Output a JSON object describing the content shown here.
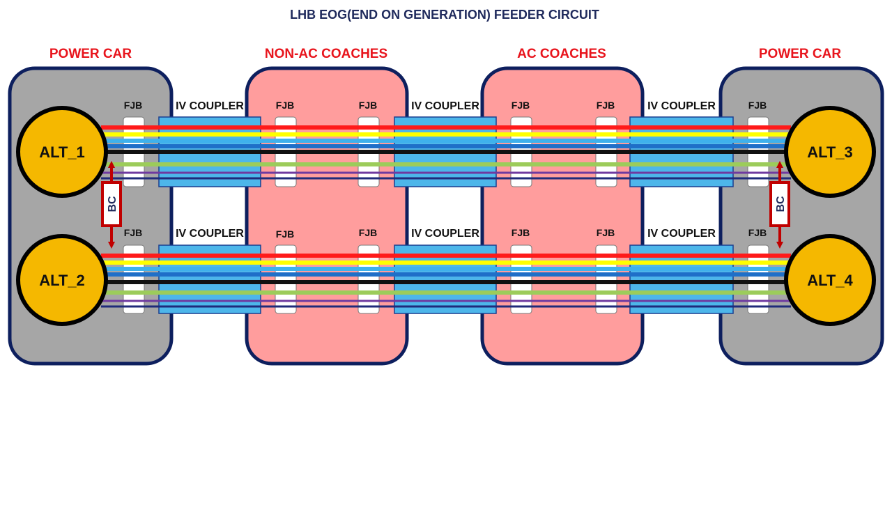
{
  "title": "LHB EOG(END ON GENERATION) FEEDER CIRCUIT",
  "sections": [
    {
      "label": "POWER CAR"
    },
    {
      "label": "NON-AC COACHES"
    },
    {
      "label": "AC COACHES"
    },
    {
      "label": "POWER CAR"
    }
  ],
  "alternators": [
    "ALT_1",
    "ALT_2",
    "ALT_3",
    "ALT_4"
  ],
  "fjb_label": "FJB",
  "coupler_label": "IV COUPLER",
  "bc_label": "BC",
  "colors": {
    "title": "#1f2a5c",
    "section_label": "#e8141c",
    "power_car_fill": "#a6a6a6",
    "coach_fill": "#ff9d9d",
    "car_border": "#0d1f5e",
    "alternator_fill": "#f5b800",
    "coupler_fill": "#4db6ea",
    "bc_arrow": "#c00000",
    "wires": [
      "#ff1a1a",
      "#ffff00",
      "#3fb1ec",
      "#1f6fc8",
      "#111111",
      "#9ccc5a",
      "#6f3aa0",
      "#1f2a7a"
    ]
  }
}
